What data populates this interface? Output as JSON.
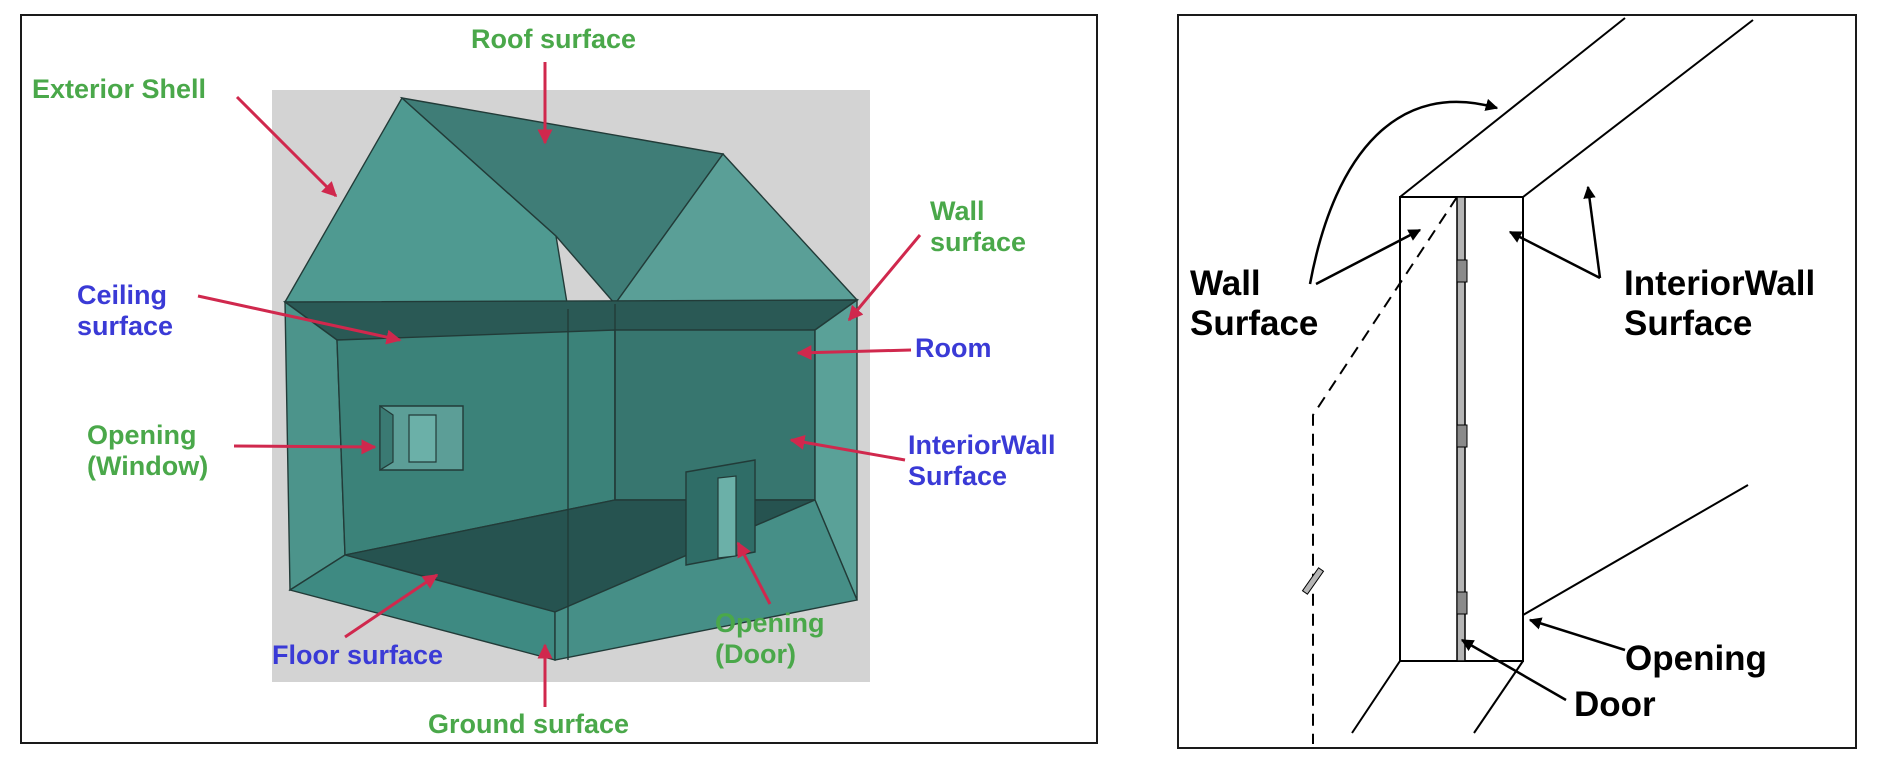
{
  "left_diagram": {
    "labels": {
      "roof_surface": "Roof surface",
      "exterior_shell": "Exterior Shell",
      "wall_surface_line1": "Wall",
      "wall_surface_line2": "surface",
      "ceiling_surface_line1": "Ceiling",
      "ceiling_surface_line2": "surface",
      "room": "Room",
      "opening_window_line1": "Opening",
      "opening_window_line2": "(Window)",
      "interior_wall_line1": "InteriorWall",
      "interior_wall_line2": "Surface",
      "opening_door_line1": "Opening",
      "opening_door_line2": "(Door)",
      "floor_surface": "Floor surface",
      "ground_surface": "Ground surface"
    },
    "colors": {
      "green_label": "#4aa84a",
      "blue_label": "#3a3ad6",
      "arrow": "#d0284d",
      "house_fill": "#3e8a82",
      "background": "#d3d3d3"
    }
  },
  "right_diagram": {
    "labels": {
      "wall_surface_line1": "Wall",
      "wall_surface_line2": "Surface",
      "interior_wall_line1": "InteriorWall",
      "interior_wall_line2": "Surface",
      "opening": "Opening",
      "door": "Door"
    }
  }
}
